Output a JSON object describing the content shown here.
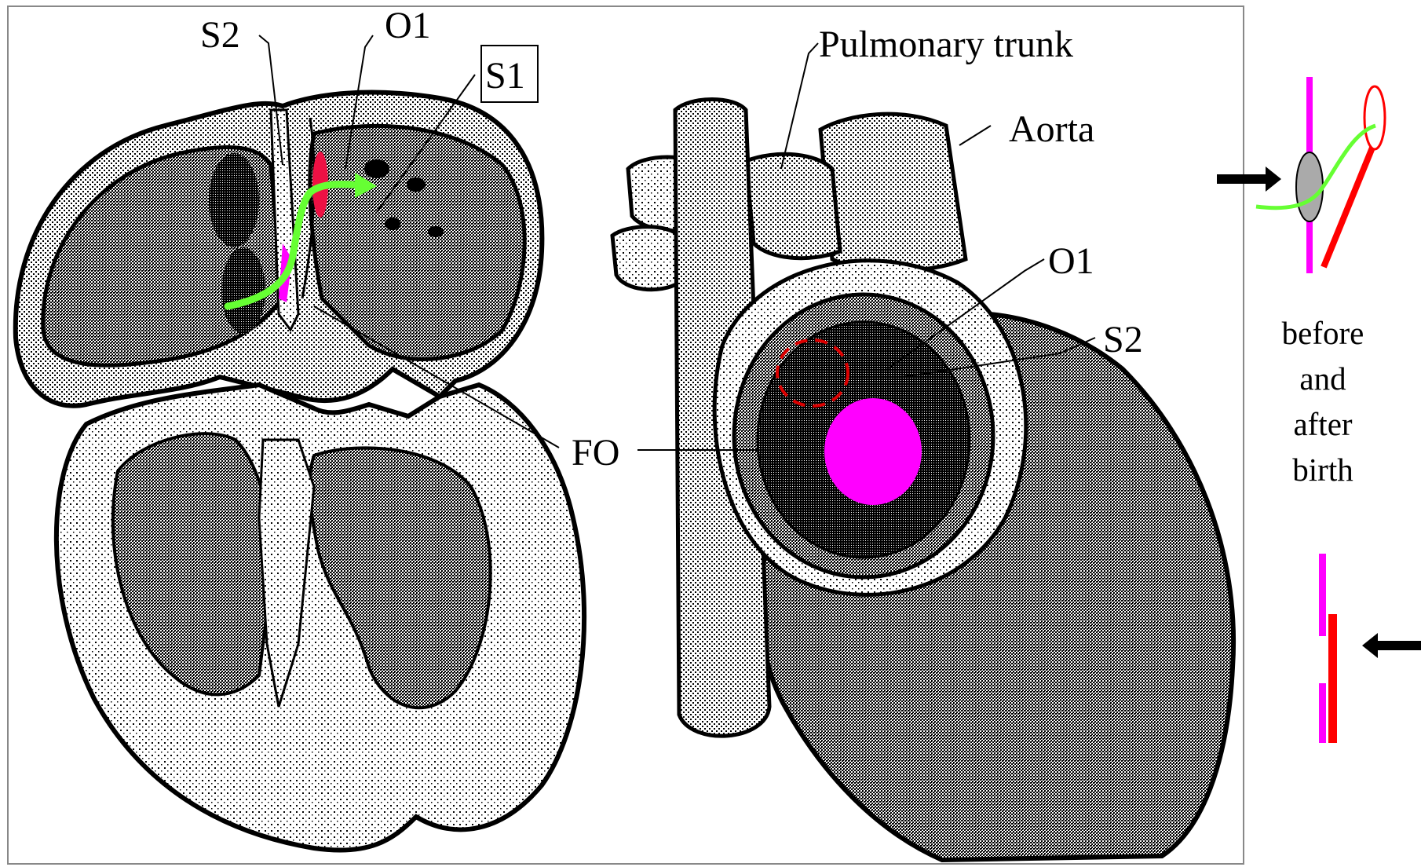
{
  "labels": {
    "s2_left": "S2",
    "o1_top": "O1",
    "s1": "S1",
    "pulmonary_trunk": "Pulmonary trunk",
    "aorta": "Aorta",
    "o1_right": "O1",
    "s2_right": "S2",
    "fo": "FO"
  },
  "side_text": [
    "before",
    "and",
    "after",
    "birth"
  ],
  "colors": {
    "septum_primum": "#ff00ff",
    "septum_secundum": "#ff0000",
    "blood_flow": "#66ff33",
    "flap": "#aaaaaa",
    "foramen_ovale": "#ff00ff",
    "ostium_outline": "#dd0000"
  },
  "icons": [
    "arrow-right-icon",
    "arrow-left-icon"
  ]
}
